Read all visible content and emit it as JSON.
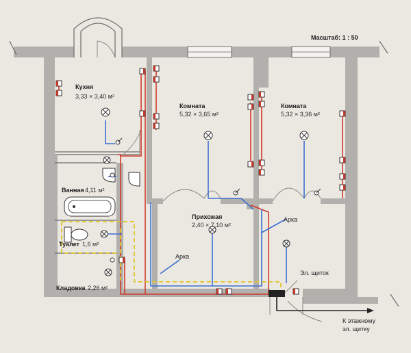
{
  "scale": {
    "label": "Масштаб: 1 : 50"
  },
  "rooms": {
    "kitchen": {
      "name": "Кухня",
      "size": "3,33 × 3,40 м²"
    },
    "room1": {
      "name": "Комната",
      "size": "5,32 × 3,65 м²"
    },
    "room2": {
      "name": "Комната",
      "size": "5,32 × 3,36 м²"
    },
    "hall": {
      "name": "Прихожая",
      "size": "2,40 × 7,10 м²"
    },
    "bath": {
      "name": "Ванная",
      "area": "4,11 м²"
    },
    "toilet": {
      "name": "Туалет",
      "area": "1,6 м²"
    },
    "storage": {
      "name": "Кладовка",
      "area": "2,26 м²"
    }
  },
  "labels": {
    "arch_right": "Арка",
    "arch_left": "Арка",
    "panel": "Эл. щиток",
    "to_floor_panel_line1": "К этажному",
    "to_floor_panel_line2": "эл. щитку"
  },
  "colors": {
    "wall": "#b2b0ac",
    "wire_phase": "#d0392b",
    "wire_neutral": "#3c6fd0",
    "wire_ground": "#e0c423",
    "background": "#ebe8e2"
  },
  "icons": [
    "lamp-icon",
    "socket-icon",
    "switch-icon",
    "bathtub-icon",
    "toilet-icon",
    "electrical-panel-icon"
  ]
}
